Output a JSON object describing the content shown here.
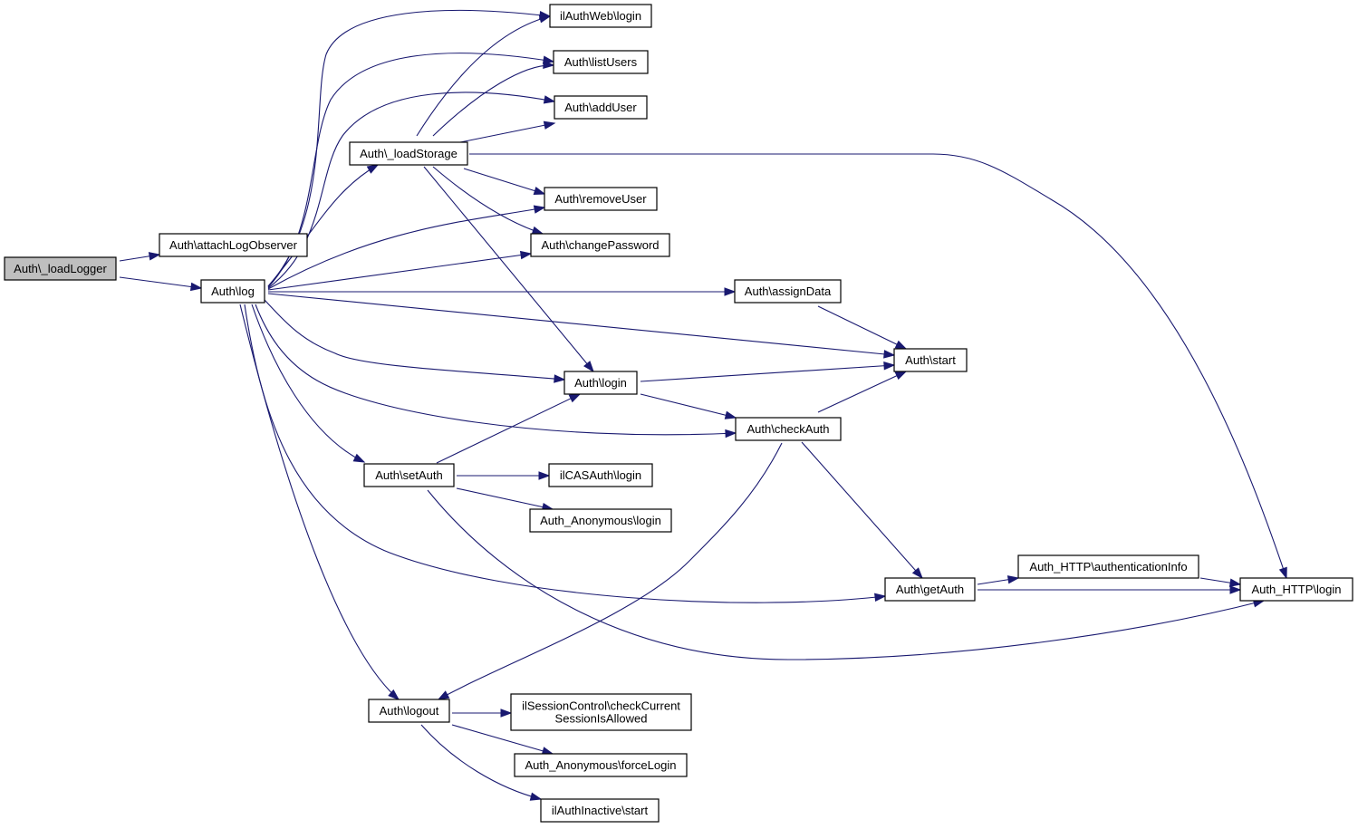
{
  "nodes": [
    {
      "id": "loadLogger",
      "lines": [
        "Auth\\_loadLogger"
      ],
      "highlight": true
    },
    {
      "id": "attachLogObserver",
      "lines": [
        "Auth\\attachLogObserver"
      ]
    },
    {
      "id": "log",
      "lines": [
        "Auth\\log"
      ]
    },
    {
      "id": "loadStorage",
      "lines": [
        "Auth\\_loadStorage"
      ]
    },
    {
      "id": "ilAuthWebLogin",
      "lines": [
        "ilAuthWeb\\login"
      ]
    },
    {
      "id": "listUsers",
      "lines": [
        "Auth\\listUsers"
      ]
    },
    {
      "id": "addUser",
      "lines": [
        "Auth\\addUser"
      ]
    },
    {
      "id": "removeUser",
      "lines": [
        "Auth\\removeUser"
      ]
    },
    {
      "id": "changePassword",
      "lines": [
        "Auth\\changePassword"
      ]
    },
    {
      "id": "assignData",
      "lines": [
        "Auth\\assignData"
      ]
    },
    {
      "id": "start",
      "lines": [
        "Auth\\start"
      ]
    },
    {
      "id": "login",
      "lines": [
        "Auth\\login"
      ]
    },
    {
      "id": "checkAuth",
      "lines": [
        "Auth\\checkAuth"
      ]
    },
    {
      "id": "setAuth",
      "lines": [
        "Auth\\setAuth"
      ]
    },
    {
      "id": "ilCASAuthLogin",
      "lines": [
        "ilCASAuth\\login"
      ]
    },
    {
      "id": "anonLogin",
      "lines": [
        "Auth_Anonymous\\login"
      ]
    },
    {
      "id": "getAuth",
      "lines": [
        "Auth\\getAuth"
      ]
    },
    {
      "id": "httpAuthInfo",
      "lines": [
        "Auth_HTTP\\authenticationInfo"
      ]
    },
    {
      "id": "httpLogin",
      "lines": [
        "Auth_HTTP\\login"
      ]
    },
    {
      "id": "logout",
      "lines": [
        "Auth\\logout"
      ]
    },
    {
      "id": "sessionCheck",
      "lines": [
        "ilSessionControl\\checkCurrent",
        "SessionIsAllowed"
      ]
    },
    {
      "id": "forceLogin",
      "lines": [
        "Auth_Anonymous\\forceLogin"
      ]
    },
    {
      "id": "ilAuthInactiveStart",
      "lines": [
        "ilAuthInactive\\start"
      ]
    }
  ],
  "edges": [
    {
      "to": "loadLogger",
      "from": "attachLogObserver"
    },
    {
      "to": "loadLogger",
      "from": "log"
    },
    {
      "to": "log",
      "from": "loadStorage"
    },
    {
      "to": "log",
      "from": "ilAuthWebLogin"
    },
    {
      "to": "log",
      "from": "listUsers"
    },
    {
      "to": "log",
      "from": "addUser"
    },
    {
      "to": "log",
      "from": "removeUser"
    },
    {
      "to": "log",
      "from": "changePassword"
    },
    {
      "to": "log",
      "from": "assignData"
    },
    {
      "to": "log",
      "from": "start"
    },
    {
      "to": "log",
      "from": "login"
    },
    {
      "to": "log",
      "from": "checkAuth"
    },
    {
      "to": "log",
      "from": "setAuth"
    },
    {
      "to": "log",
      "from": "getAuth"
    },
    {
      "to": "log",
      "from": "logout"
    },
    {
      "to": "loadStorage",
      "from": "ilAuthWebLogin"
    },
    {
      "to": "loadStorage",
      "from": "listUsers"
    },
    {
      "to": "loadStorage",
      "from": "addUser"
    },
    {
      "to": "loadStorage",
      "from": "removeUser"
    },
    {
      "to": "loadStorage",
      "from": "changePassword"
    },
    {
      "to": "loadStorage",
      "from": "login"
    },
    {
      "to": "loadStorage",
      "from": "httpLogin"
    },
    {
      "to": "assignData",
      "from": "start"
    },
    {
      "to": "login",
      "from": "start"
    },
    {
      "to": "login",
      "from": "checkAuth"
    },
    {
      "to": "checkAuth",
      "from": "start"
    },
    {
      "to": "checkAuth",
      "from": "getAuth"
    },
    {
      "to": "checkAuth",
      "from": "logout"
    },
    {
      "to": "setAuth",
      "from": "login"
    },
    {
      "to": "setAuth",
      "from": "ilCASAuthLogin"
    },
    {
      "to": "setAuth",
      "from": "anonLogin"
    },
    {
      "to": "setAuth",
      "from": "httpLogin"
    },
    {
      "to": "getAuth",
      "from": "httpAuthInfo"
    },
    {
      "to": "getAuth",
      "from": "httpLogin"
    },
    {
      "to": "httpAuthInfo",
      "from": "httpLogin"
    },
    {
      "to": "logout",
      "from": "sessionCheck"
    },
    {
      "to": "logout",
      "from": "forceLogin"
    },
    {
      "to": "logout",
      "from": "ilAuthInactiveStart"
    }
  ],
  "colors": {
    "edge": "#191970",
    "highlight_fill": "#bfbfbf",
    "node_border": "#000000"
  }
}
